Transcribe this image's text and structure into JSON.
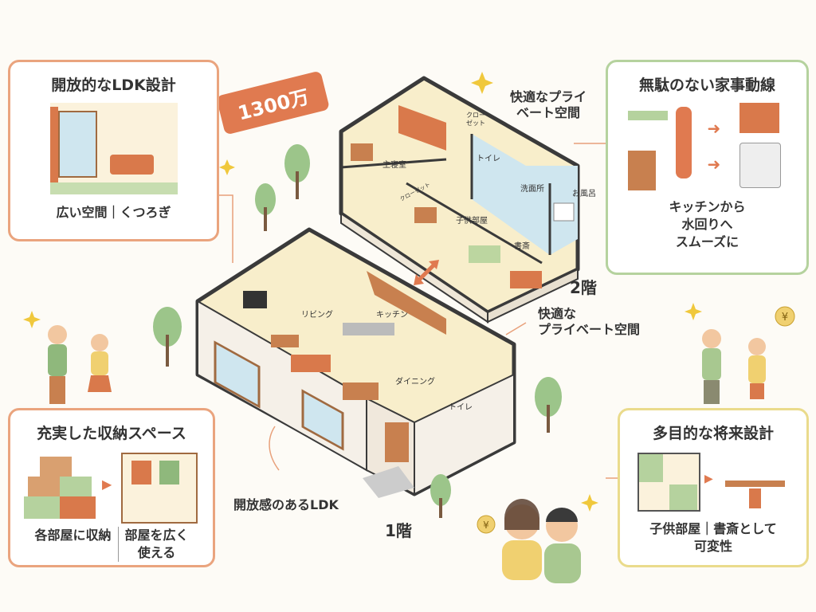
{
  "price_tag": "1300万",
  "panels": {
    "ldk": {
      "title": "開放的なLDK設計",
      "caption": "広い空間｜くつろぎ"
    },
    "housework": {
      "title": "無駄のない家事動線",
      "caption_lines": [
        "キッチンから",
        "水回りへ",
        "スムーズに"
      ]
    },
    "storage": {
      "title": "充実した収納スペース",
      "caption_left": "各部屋に収納",
      "caption_right_lines": [
        "部屋を広く",
        "使える"
      ]
    },
    "future": {
      "title": "多目的な将来設計",
      "caption_lines": [
        "子供部屋｜書斎として",
        "可変性"
      ]
    }
  },
  "callouts": {
    "private_top": [
      "快適なプライ",
      "ベート空間"
    ],
    "private_mid": [
      "快適な",
      "プライベート空間"
    ],
    "open_ldk": "開放感のあるLDK"
  },
  "floors": {
    "second": "2階",
    "first": "1階"
  },
  "rooms_2f": [
    "主寝室",
    "クロー\nゼット",
    "トイレ",
    "洗面所",
    "お風呂",
    "子供部屋",
    "書斎",
    "クローゼット"
  ],
  "rooms_1f": [
    "リビング",
    "キッチン",
    "ダイニング",
    "トイレ"
  ],
  "colors": {
    "orange": "#e07a50",
    "green": "#b5d29e",
    "yellow": "#eadb8c",
    "floor": "#f8eecb",
    "wall": "#3a3a3a"
  }
}
